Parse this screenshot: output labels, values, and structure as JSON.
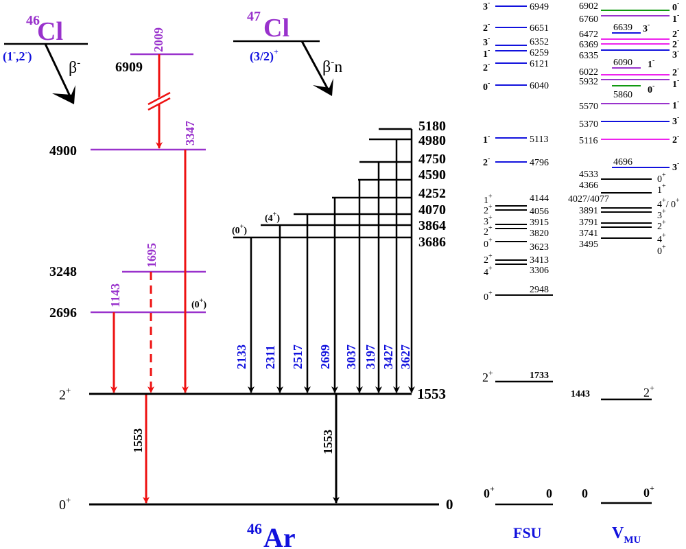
{
  "colors": {
    "black": "#000000",
    "red": "#ee1111",
    "purple": "#9932cc",
    "blue": "#1111dd",
    "magenta": "#ee22ee",
    "green": "#119911"
  },
  "labels": {
    "cl46_mass": "46",
    "cl46_symbol": "Cl",
    "cl46_spin": "(1",
    "cl46_spin_sup1": "-",
    "cl46_spin_mid": ",2",
    "cl46_spin_sup2": "-",
    "cl46_spin_end": ")",
    "beta_minus": "β",
    "beta_minus_sup": "-",
    "cl47_mass": "47",
    "cl47_symbol": "Cl",
    "cl47_spin": "(3/2)",
    "cl47_spin_sup": "+",
    "beta_n": "β",
    "beta_n_sup": "-",
    "beta_n_suffix": "n",
    "ar46_mass": "46",
    "ar46_symbol": "Ar",
    "fsu": "FSU",
    "vmu_v": "V",
    "vmu_sub": "MU"
  },
  "beta_decay": {
    "levels": [
      {
        "energy": "6909"
      },
      {
        "energy": "4900"
      },
      {
        "energy": "3248"
      },
      {
        "energy": "2696",
        "spin": "(0",
        "spin_sup": "+",
        "spin_close": ")"
      }
    ],
    "gammas": [
      "2009",
      "3347",
      "1695",
      "1143"
    ],
    "ground_2plus": "2",
    "ground_2plus_sup": "+",
    "ground_0plus": "0",
    "ground_0plus_sup": "+",
    "level_1553": "1553",
    "level_0": "0",
    "gamma_1553_left": "1553",
    "gamma_1553_right": "1553"
  },
  "beta_n_decay": {
    "levels": [
      "5180",
      "4980",
      "4750",
      "4590",
      "4252",
      "4070",
      "3864",
      "3686"
    ],
    "spins": [
      {
        "text": "(4",
        "sup": "+",
        "close": ")"
      },
      {
        "text": "(0",
        "sup": "+",
        "close": ")"
      }
    ],
    "gammas": [
      "2133",
      "2311",
      "2517",
      "2699",
      "3037",
      "3197",
      "3427",
      "3627"
    ]
  },
  "fsu": {
    "levels": [
      {
        "spin": "3",
        "sup": "-",
        "energy": "6949"
      },
      {
        "spin": "2",
        "sup": "-",
        "energy": "6651"
      },
      {
        "spin": "3",
        "sup": "-",
        "energy": "6352"
      },
      {
        "spin": "1",
        "sup": "-",
        "energy": "6259"
      },
      {
        "spin": "2",
        "sup": "-",
        "energy": "6121"
      },
      {
        "spin": "0",
        "sup": "-",
        "energy": "6040"
      },
      {
        "spin": "1",
        "sup": "-",
        "energy": "5113"
      },
      {
        "spin": "2",
        "sup": "-",
        "energy": "4796"
      },
      {
        "spin": "1",
        "sup": "+",
        "energy": "4144"
      },
      {
        "spin": "2",
        "sup": "+",
        "energy": "4056"
      },
      {
        "spin": "3",
        "sup": "+",
        "energy": "3915"
      },
      {
        "spin": "2",
        "sup": "+",
        "energy": "3820"
      },
      {
        "spin": "0",
        "sup": "+",
        "energy": "3623"
      },
      {
        "spin": "2",
        "sup": "+",
        "energy": "3413"
      },
      {
        "spin": "4",
        "sup": "+",
        "energy": "3306"
      },
      {
        "spin": "0",
        "sup": "+",
        "energy": "2948"
      },
      {
        "spin": "2",
        "sup": "+",
        "energy": "1733"
      },
      {
        "spin": "0",
        "sup": "+",
        "energy": "0"
      }
    ]
  },
  "vmu": {
    "levels": [
      {
        "energy": "6902",
        "spin": "0",
        "sup": "-"
      },
      {
        "energy": "6760",
        "spin": "1",
        "sup": "-"
      },
      {
        "energy": "6472",
        "spin": "2",
        "sup": "-"
      },
      {
        "energy": "6369",
        "spin": "2",
        "sup": "-"
      },
      {
        "energy": "6335",
        "spin": "3",
        "sup": "-"
      },
      {
        "energy": "6022",
        "spin": "2",
        "sup": "-"
      },
      {
        "energy": "5932",
        "spin": "1",
        "sup": "-"
      },
      {
        "energy": "5570",
        "spin": "1",
        "sup": "-"
      },
      {
        "energy": "5370",
        "spin": "3",
        "sup": "-"
      },
      {
        "energy": "5116",
        "spin": "2",
        "sup": "-"
      },
      {
        "energy": "4533",
        "spin": "0",
        "sup": "+"
      },
      {
        "energy": "4366",
        "spin": "1",
        "sup": "+"
      },
      {
        "energy": "4027/4077",
        "spin": "4",
        "sup": "+",
        "spin2": "/ 0",
        "sup2": "+"
      },
      {
        "energy": "3891",
        "spin": "3",
        "sup": "+"
      },
      {
        "energy": "3791",
        "spin": "2",
        "sup": "+"
      },
      {
        "energy": "3741",
        "spin": "4",
        "sup": "+"
      },
      {
        "energy": "3495",
        "spin": "0",
        "sup": "+"
      },
      {
        "energy": "1443",
        "spin": "2",
        "sup": "+"
      },
      {
        "energy": "0",
        "spin": "0",
        "sup": "+"
      }
    ],
    "inset": [
      {
        "energy": "6639",
        "spin": "3",
        "sup": "-"
      },
      {
        "energy": "6090",
        "spin": "1",
        "sup": "-"
      },
      {
        "energy": "5860",
        "spin": "0",
        "sup": "-"
      },
      {
        "energy": "4696",
        "spin": "3",
        "sup": "-"
      }
    ]
  }
}
